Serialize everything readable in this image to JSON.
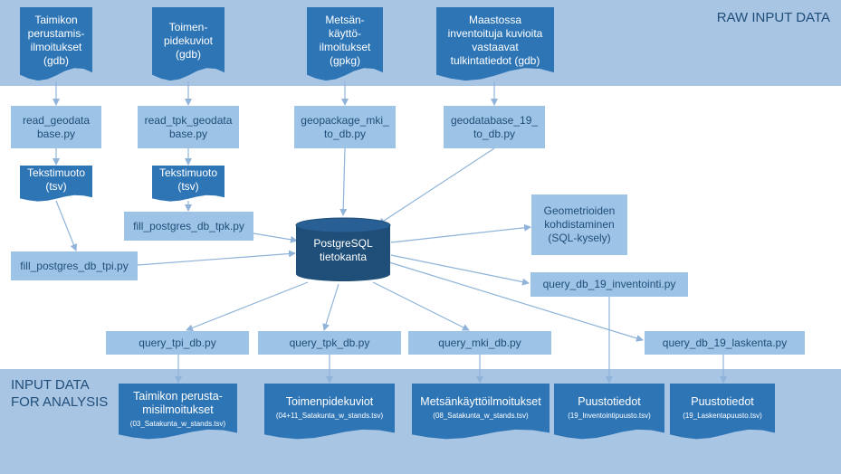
{
  "colors": {
    "band": "#a9c5e4",
    "dark_box": "#2e75b6",
    "process_box": "#9dc3e6",
    "database": "#1f4e79",
    "arrow": "#8fb3d9",
    "label_text": "#1f4e79"
  },
  "bands": {
    "top_label": "RAW INPUT DATA",
    "bottom_label": "INPUT DATA\nFOR ANALYSIS"
  },
  "raw_inputs": [
    "Taimikon\nperustamis-\nilmoitukset\n(gdb)",
    "Toimen-\npidekuviot\n(gdb)",
    "Metsän-\nkäyttö-\nilmoitukset\n(gpkg)",
    "Maastossa\ninventoituja kuvioita\nvastaavat\ntulkintatiedot (gdb)"
  ],
  "scripts_top": [
    "read_geodata\nbase.py",
    "read_tpk_geodata\nbase.py",
    "geopackage_mki_\nto_db.py",
    "geodatabase_19_\nto_db.py"
  ],
  "text_formats": [
    "Tekstimuoto\n(tsv)",
    "Tekstimuoto\n(tsv)"
  ],
  "fill_scripts": {
    "tpk": "fill_postgres_db_tpk.py",
    "tpi": "fill_postgres_db_tpi.py"
  },
  "database": "PostgreSQL\ntietokanta",
  "geometry": "Geometrioiden\nkohdistaminen\n(SQL-kysely)",
  "query_inventointi": "query_db_19_inventointi.py",
  "query_row": [
    "query_tpi_db.py",
    "query_tpk_db.py",
    "query_mki_db.py",
    "query_db_19_laskenta.py"
  ],
  "outputs": [
    {
      "title": "Taimikon perusta-\nmisilmoitukset",
      "file": "(03_Satakunta_w_stands.tsv)"
    },
    {
      "title": "Toimenpidekuviot",
      "file": "(04+11_Satakunta_w_stands.tsv)"
    },
    {
      "title": "Metsänkäyttöilmoitukset",
      "file": "(08_Satakunta_w_stands.tsv)"
    },
    {
      "title": "Puustotiedot",
      "file": "(19_Inventointipuusto.tsv)"
    },
    {
      "title": "Puustotiedot",
      "file": "(19_Laskentapuusto.tsv)"
    }
  ]
}
